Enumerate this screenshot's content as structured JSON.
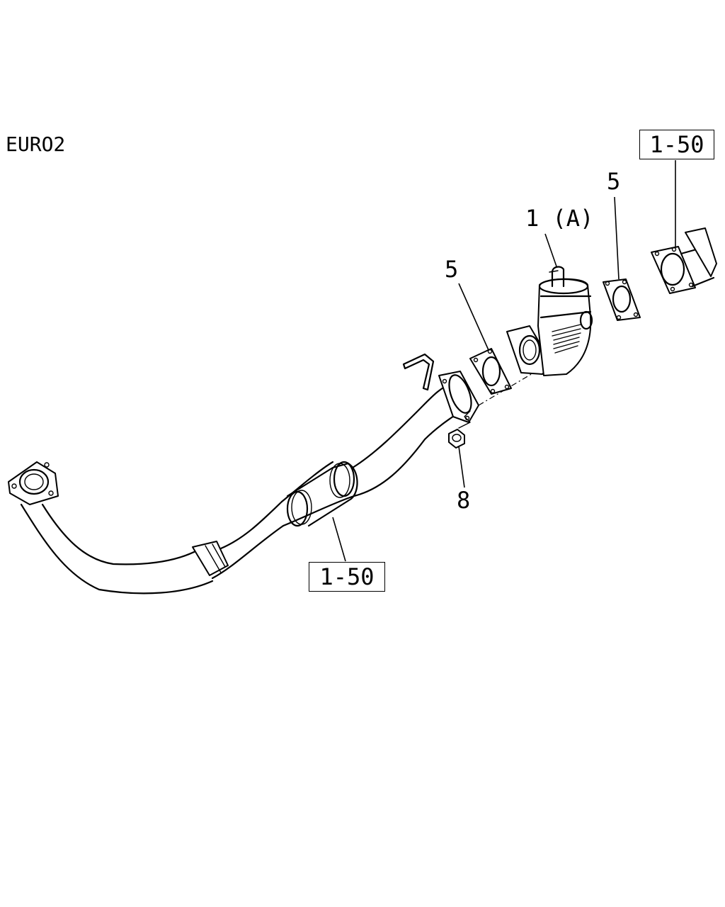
{
  "variant_label": "EURO2",
  "callouts": {
    "ref_top_right": "1-50",
    "ref_bottom": "1-50",
    "gasket_left": "5",
    "gasket_right": "5",
    "converter": "1 (A)",
    "nut": "8"
  },
  "colors": {
    "line": "#000000",
    "background": "#ffffff"
  }
}
